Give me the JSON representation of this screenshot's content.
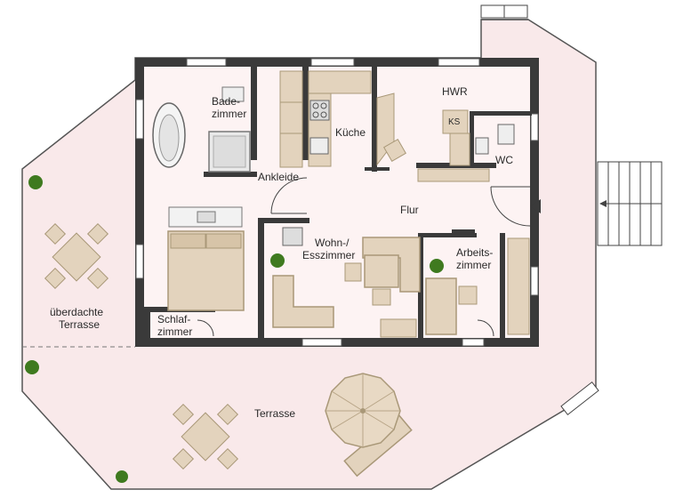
{
  "rooms": {
    "bath_1": "Bade-",
    "bath_2": "zimmer",
    "kitchen": "Küche",
    "utility": "HWR",
    "fridge": "KS",
    "wc": "WC",
    "closet": "Ankleide",
    "hall": "Flur",
    "living_1": "Wohn-/",
    "living_2": "Esszimmer",
    "study_1": "Arbeits-",
    "study_2": "zimmer",
    "bedroom_1": "Schlaf-",
    "bedroom_2": "zimmer",
    "covered_terrace_1": "überdachte",
    "covered_terrace_2": "Terrasse",
    "terrace": "Terrasse"
  },
  "colors": {
    "wall": "#3a3a3a",
    "terrace_fill": "#f9e9ea",
    "floor_fill": "#fdf3f3",
    "furniture": "#e3d3bd",
    "furniture_dark": "#cbb89c",
    "plant": "#3f7a1f"
  }
}
